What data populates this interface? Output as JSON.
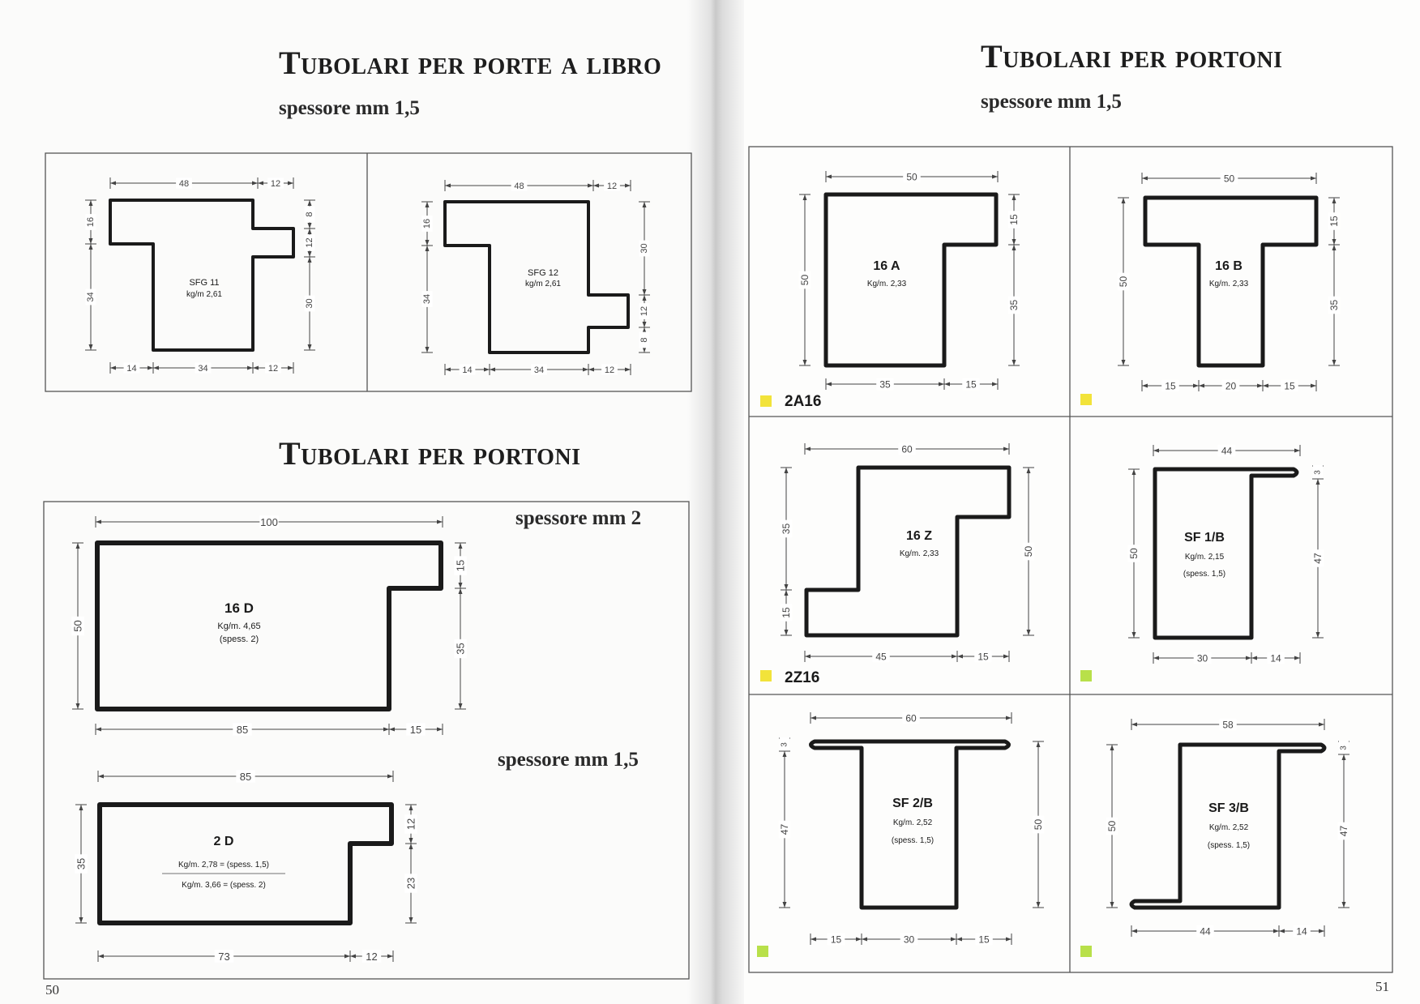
{
  "left_page": {
    "title_1": "Tubolari per porte a libro",
    "subtitle_1": "spessore mm 1,5",
    "title_2": "Tubolari per portoni",
    "thickness_2": "spessore mm 2",
    "thickness_15": "spessore mm 1,5",
    "page_number": "50"
  },
  "right_page": {
    "title": "Tubolari per portoni",
    "subtitle": "spessore mm 1,5",
    "page_number": "51"
  },
  "colors": {
    "ink": "#1a1a1a",
    "frame": "#555555",
    "dimension": "#444444",
    "marker_yellow": "#f2e33a",
    "marker_green": "#b8e04a"
  },
  "profiles": {
    "sfg11": {
      "name": "SFG 11",
      "weight": "kg/m 2,61",
      "dims": {
        "d48": "48",
        "d12t": "12",
        "d16": "16",
        "d34": "34",
        "d8": "8",
        "d12r": "12",
        "d30": "30",
        "d14": "14",
        "d34b": "34",
        "d12b": "12"
      }
    },
    "sfg12": {
      "name": "SFG 12",
      "weight": "kg/m 2,61",
      "dims": {
        "d48": "48",
        "d12t": "12",
        "d16": "16",
        "d34": "34",
        "d30": "30",
        "d12r": "12",
        "d8": "8",
        "d14": "14",
        "d34b": "34",
        "d12b": "12"
      }
    },
    "p16d": {
      "name": "16 D",
      "weight": "Kg/m. 4,65",
      "note": "(spess. 2)",
      "dims": {
        "d100": "100",
        "d50": "50",
        "d15": "15",
        "d35": "35",
        "d85": "85",
        "d15b": "15"
      }
    },
    "p2d": {
      "name": "2 D",
      "weight1": "Kg/m. 2,78 = (spess. 1,5)",
      "weight2": "Kg/m. 3,66 = (spess. 2)",
      "dims": {
        "d85": "85",
        "d35": "35",
        "d12": "12",
        "d23": "23",
        "d73": "73",
        "d12b": "12"
      }
    },
    "p16a": {
      "name": "16 A",
      "weight": "Kg/m. 2,33",
      "code": "2A16",
      "dims": {
        "d50t": "50",
        "d50l": "50",
        "d15": "15",
        "d35": "35",
        "d35b": "35",
        "d15b": "15"
      }
    },
    "p16b": {
      "name": "16 B",
      "weight": "Kg/m. 2,33",
      "dims": {
        "d50t": "50",
        "d50l": "50",
        "d15": "15",
        "d35": "35",
        "d15a": "15",
        "d20": "20",
        "d15c": "15"
      }
    },
    "p16z": {
      "name": "16 Z",
      "weight": "Kg/m. 2,33",
      "code": "2Z16",
      "dims": {
        "d60": "60",
        "d35": "35",
        "d15": "15",
        "d50": "50",
        "d45": "45",
        "d15b": "15"
      }
    },
    "psf1b": {
      "name": "SF 1/B",
      "weight": "Kg/m. 2,15",
      "note": "(spess. 1,5)",
      "dims": {
        "d44": "44",
        "d3": "3",
        "d50": "50",
        "d47": "47",
        "d30": "30",
        "d14": "14"
      }
    },
    "psf2b": {
      "name": "SF 2/B",
      "weight": "Kg/m. 2,52",
      "note": "(spess. 1,5)",
      "dims": {
        "d60": "60",
        "d3": "3",
        "d47": "47",
        "d50": "50",
        "d15a": "15",
        "d30": "30",
        "d15b": "15"
      }
    },
    "psf3b": {
      "name": "SF 3/B",
      "weight": "Kg/m. 2,52",
      "note": "(spess. 1,5)",
      "dims": {
        "d58": "58",
        "d3": "3",
        "d50": "50",
        "d47": "47",
        "d44": "44",
        "d14": "14"
      }
    }
  }
}
